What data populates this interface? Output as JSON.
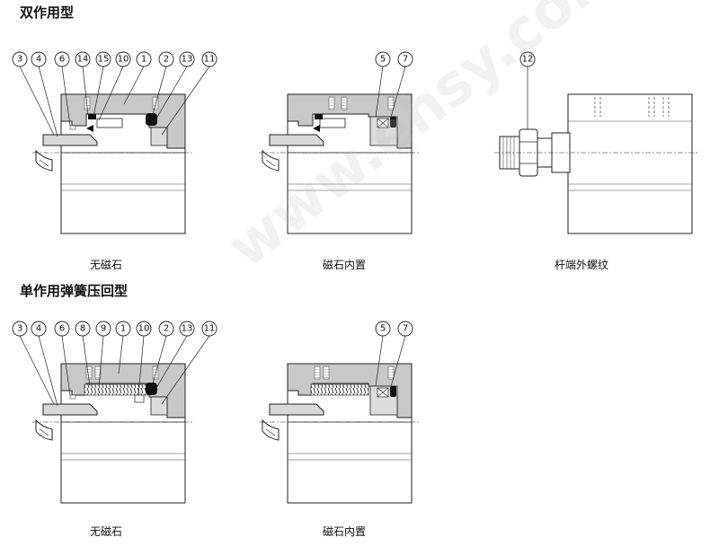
{
  "titles": {
    "double_acting": "双作用型",
    "single_acting": "单作用弹簧压回型"
  },
  "captions": {
    "d1": "无磁石",
    "d2": "磁石内置",
    "d3": "杆端外螺纹",
    "d4": "无磁石",
    "d5": "磁石内置"
  },
  "callouts": {
    "d1": [
      "3",
      "4",
      "6",
      "14",
      "15",
      "10",
      "1",
      "2",
      "13",
      "11"
    ],
    "d2": [
      "5",
      "7"
    ],
    "d3": [
      "12"
    ],
    "d4": [
      "3",
      "4",
      "6",
      "8",
      "9",
      "1",
      "10",
      "2",
      "13",
      "11"
    ],
    "d5": [
      "5",
      "7"
    ]
  },
  "watermark": "www.ehsy.com",
  "colors": {
    "body_fill": "#c8c8c8",
    "line": "#222222",
    "seal": "#111111"
  }
}
